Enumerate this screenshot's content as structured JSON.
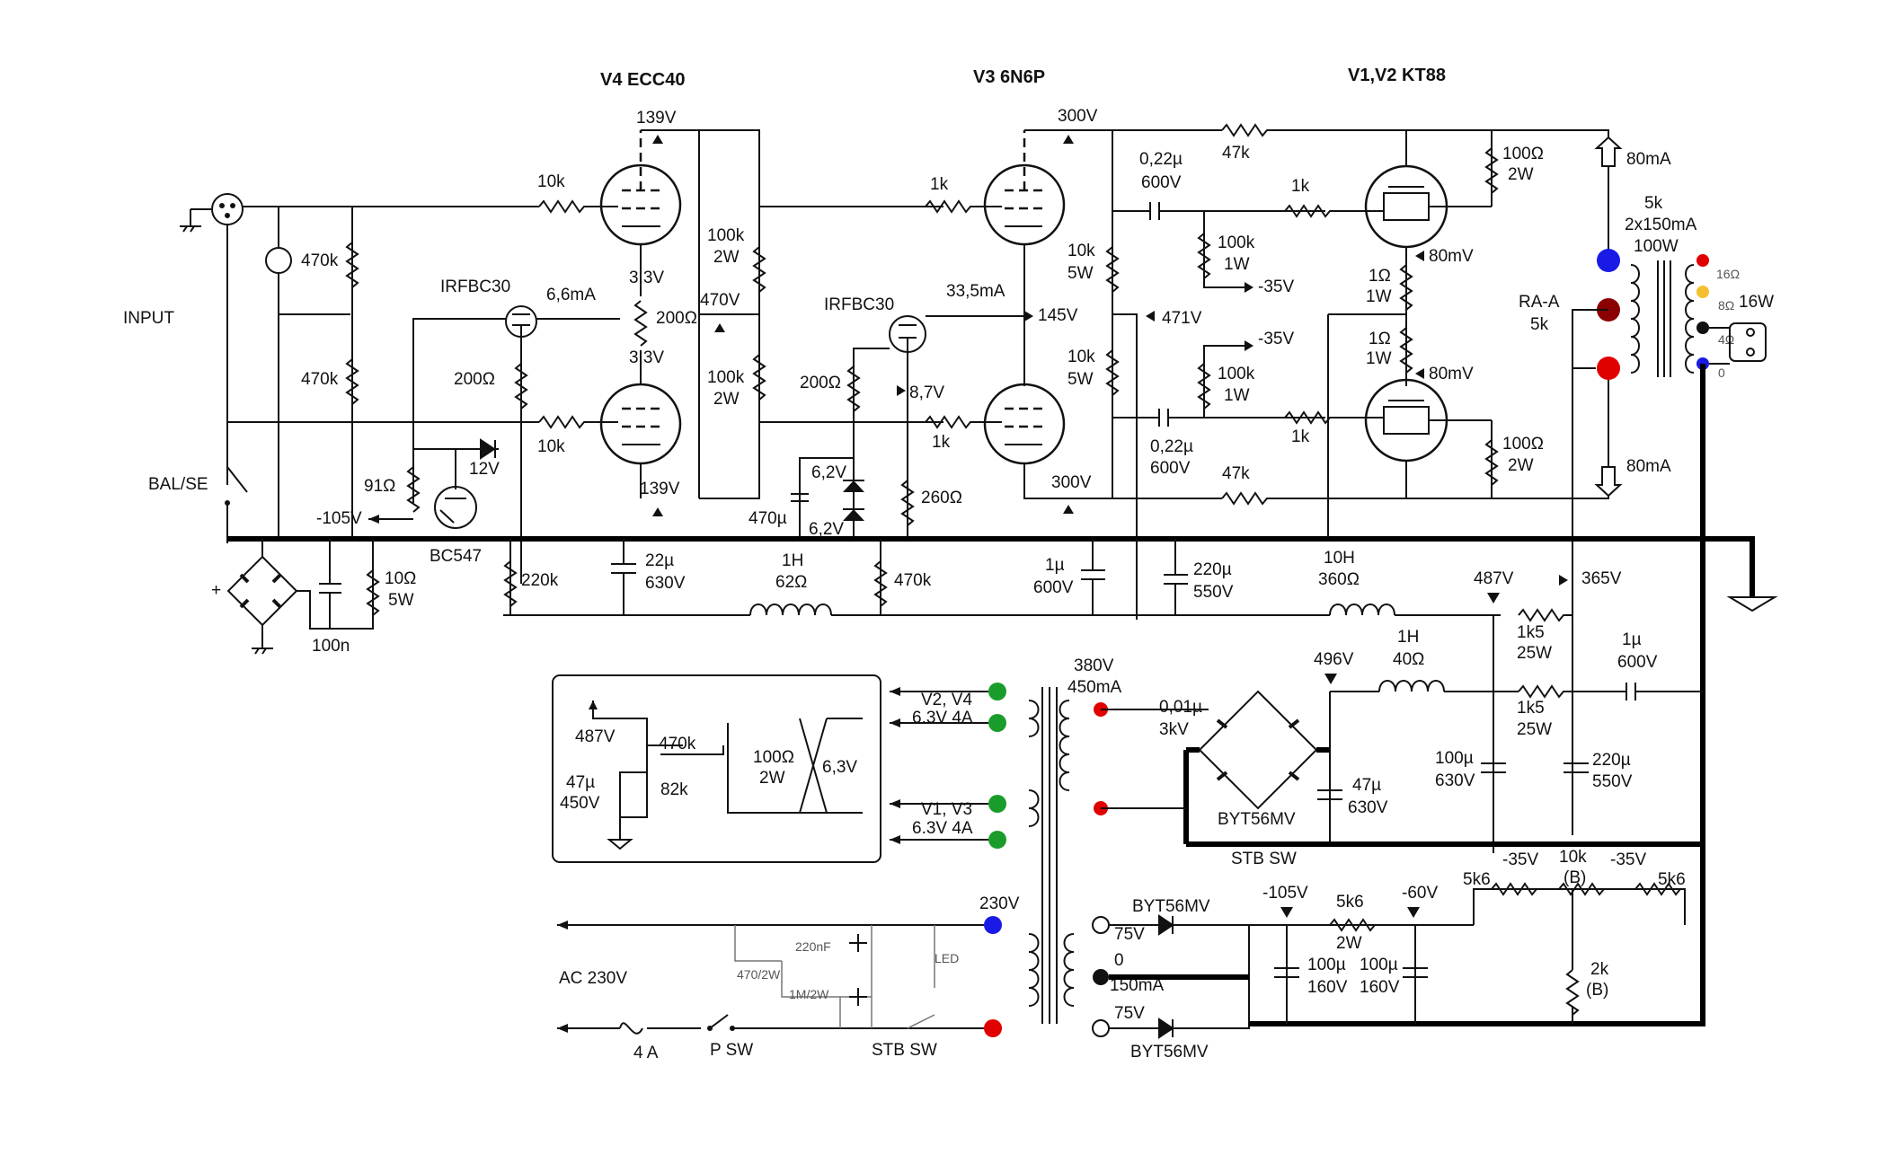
{
  "tubes": {
    "v4": "V4  ECC40",
    "v3": "V3  6N6P",
    "v1v2": "V1,V2  KT88"
  },
  "io": {
    "input": "INPUT",
    "bal_se": "BAL/SE",
    "ac": "AC 230V",
    "out_power": "16W"
  },
  "voltages": {
    "v4_plate": "139V",
    "v4_plate2": "139V",
    "v4_k1": "3,3V",
    "v4_k2": "3,3V",
    "n470": "470V",
    "v3_plate1": "300V",
    "v3_plate2": "300V",
    "v3_k": "145V",
    "v3_bias": "8,7V",
    "n471": "471V",
    "neg35a": "-35V",
    "neg35b": "-35V",
    "mv1": "80mV",
    "mv2": "80mV",
    "n105": "-105V",
    "z12": "12V",
    "z62a": "6,2V",
    "z62b": "6,2V",
    "n487": "487V",
    "n365": "365V",
    "n496": "496V",
    "sec380": "380V",
    "sec450": "450mA",
    "pri230": "230V",
    "s75a": "75V",
    "s75b": "75V",
    "s0": "0",
    "s150": "150mA",
    "b105": "-105V",
    "b60": "-60V",
    "b35l": "-35V",
    "b35r": "-35V",
    "i66": "6,6mA",
    "i335": "33,5mA",
    "i80a": "80mA",
    "i80b": "80mA"
  },
  "parts": {
    "r10k_in": "10k",
    "r470k_a": "470k",
    "r470k_b": "470k",
    "r10k_in2": "10k",
    "irf1": "IRFBC30",
    "irf2": "IRFBC30",
    "r200_pot": "200Ω",
    "r200_a": "200Ω",
    "r200_b": "200Ω",
    "r91": "91Ω",
    "bc547": "BC547",
    "r100k_a": "100k",
    "r100k_a2": "2W",
    "r100k_b": "100k",
    "r100k_b2": "2W",
    "r1k_a": "1k",
    "r1k_b": "1k",
    "r260": "260Ω",
    "c470u": "470µ",
    "r10k5a": "10k",
    "r10k5a2": "5W",
    "r10k5b": "10k",
    "r10k5b2": "5W",
    "c022a": "0,22µ",
    "c022a2": "600V",
    "c022b": "0,22µ",
    "c022b2": "600V",
    "r47k_a": "47k",
    "r47k_b": "47k",
    "r100k1w_a": "100k",
    "r100k1w_a2": "1W",
    "r100k1w_b": "100k",
    "r100k1w_b2": "1W",
    "r1k_g1": "1k",
    "r1k_g2": "1k",
    "r1r_a": "1Ω",
    "r1r_a2": "1W",
    "r1r_b": "1Ω",
    "r1r_b2": "1W",
    "r100r_a": "100Ω",
    "r100r_a2": "2W",
    "r100r_b": "100Ω",
    "r100r_b2": "2W",
    "ot1": "5k",
    "ot2": "2x150mA",
    "ot3": "100W",
    "ra1": "RA-A",
    "ra2": "5k",
    "tap16": "16Ω",
    "tap8": "8Ω",
    "tap4": "4Ω",
    "tap0": "0",
    "r10r5w": "10Ω",
    "r10r5w2": "5W",
    "c100n": "100n",
    "r220k": "220k",
    "c22u": "22µ",
    "c22u2": "630V",
    "l1h": "1H",
    "l1h2": "62Ω",
    "r470k_c": "470k",
    "c1u": "1µ",
    "c1u2": "600V",
    "c220a": "220µ",
    "c220a2": "550V",
    "l10h": "10H",
    "l10h2": "360Ω",
    "r1k5a": "1k5",
    "r1k5a2": "25W",
    "r1k5b": "1k5",
    "r1k5b2": "25W",
    "c1ub": "1µ",
    "c1ub2": "600V",
    "l1hb": "1H",
    "l1hb2": "40Ω",
    "c001": "0,01µ",
    "c0012": "3kV",
    "c47u": "47µ",
    "c47u2": "630V",
    "c100u": "100µ",
    "c100u2": "630V",
    "c220b": "220µ",
    "c220b2": "550V",
    "byt1": "BYT56MV",
    "byt2": "BYT56MV",
    "byt3": "BYT56MV",
    "stb_sw": "STB SW",
    "h_v24": "V2, V4",
    "h_v24b": "6.3V 4A",
    "h_v13": "V1, V3",
    "h_v13b": "6.3V 4A",
    "x487": "487V",
    "x470k": "470k",
    "x82k": "82k",
    "x47u": "47µ",
    "x450": "450V",
    "x100r": "100Ω",
    "x2w": "2W",
    "x63": "6,3V",
    "c100u_a": "100µ",
    "c100u_a2": "160V",
    "c100u_b": "100µ",
    "c100u_b2": "160V",
    "r5k6a": "5k6",
    "r5k6a2": "2W",
    "r5k6b": "5k6",
    "r5k6c": "5k6",
    "p10k": "10k",
    "p10k2": "(B)",
    "p2k": "2k",
    "p2k2": "(B)",
    "fuse": "4 A",
    "psw": "P SW",
    "stb_sw2": "STB SW",
    "r470_2w": "470/2W",
    "c220nf": "220nF",
    "r1m": "1M/2W",
    "led": "LED"
  }
}
